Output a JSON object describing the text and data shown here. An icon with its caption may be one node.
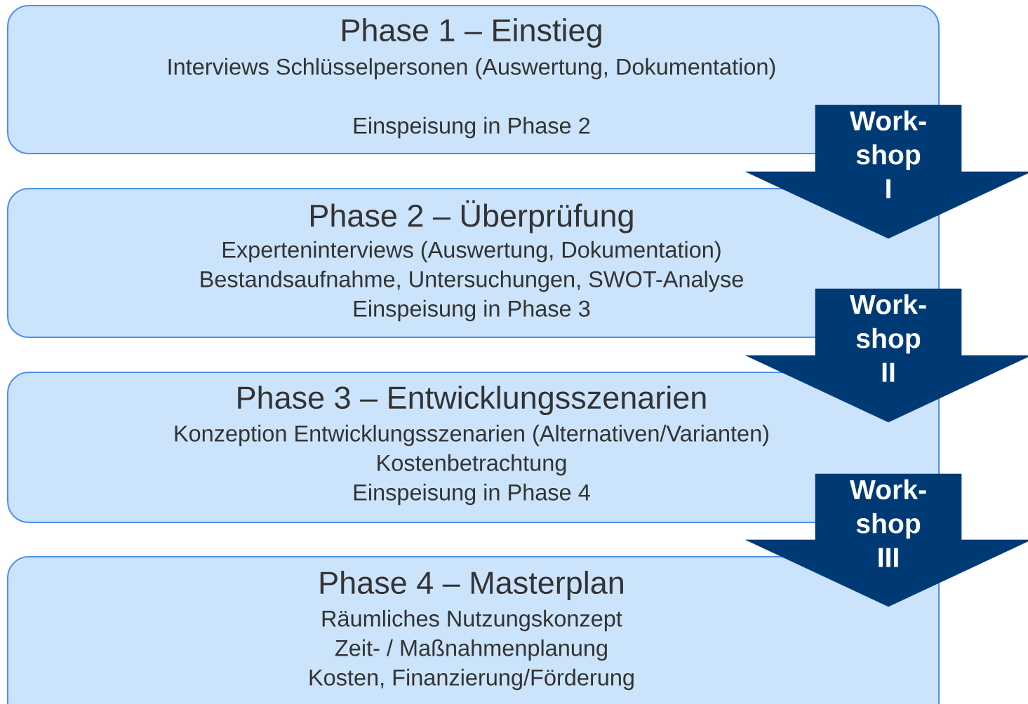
{
  "diagram": {
    "nodes": [
      {
        "text": [
          "Phase 1 – Einstieg",
          "Interviews Schlüsselpersonen (Auswertung, Dokumentation)",
          "Einspeisung in Phase 2"
        ]
      },
      {
        "text": [
          "Phase 2 – Überprüfung",
          "Experteninterviews (Auswertung, Dokumentation)",
          "Bestandsaufnahme, Untersuchungen, SWOT-Analyse",
          "Einspeisung in Phase 3"
        ]
      },
      {
        "text": [
          "Phase 3 – Entwicklungsszenarien",
          "Konzeption Entwicklungsszenarien (Alternativen/Varianten)",
          "Kostenbetrachtung",
          "Einspeisung in Phase 4"
        ]
      },
      {
        "text": [
          "Phase 4 – Masterplan",
          "Räumliches Nutzungskonzept",
          "Zeit- / Maßnahmenplanung",
          "Kosten, Finanzierung/Förderung"
        ]
      }
    ],
    "edges": [
      {
        "from": 0,
        "to": 1,
        "arrow": "to",
        "label": "Work- shop I"
      },
      {
        "from": 1,
        "to": 2,
        "arrow": "to",
        "label": "Work- shop II"
      },
      {
        "from": 2,
        "to": 3,
        "arrow": "to",
        "label": "Work- shop III"
      }
    ]
  }
}
